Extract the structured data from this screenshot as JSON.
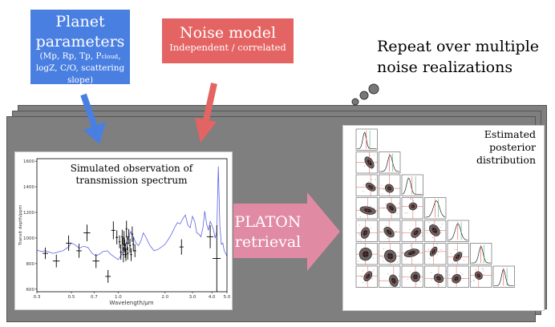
{
  "planet_box": {
    "title_line1": "Planet",
    "title_line2": "parameters",
    "params_line1": "(Mp, Rp, Tp, P",
    "params_sub": "cloud",
    "params_line1_end": ",",
    "params_line2": "logZ, C/O, scattering",
    "params_line3": "slope)",
    "color": "#4a7fe2"
  },
  "noise_box": {
    "title": "Noise model",
    "subtitle": "Independent / correlated",
    "color": "#e46463"
  },
  "repeat_text": {
    "line1": "Repeat over multiple",
    "line2": "noise realizations"
  },
  "spectrum_panel": {
    "title_line1": "Simulated observation of",
    "title_line2": "transmission spectrum",
    "ylabel": "Transit depth/ppm",
    "xlabel": "Wavelength/μm",
    "yticks": [
      "600",
      "800",
      "1000",
      "1200",
      "1400",
      "1600"
    ],
    "xticks": [
      "0.3",
      "0.5",
      "0.7",
      "1.0",
      "2.0",
      "3.0",
      "4.0",
      "5.0"
    ]
  },
  "retrieval_arrow": {
    "line1": "PLATON",
    "line2": "retrieval",
    "color": "#e08aa4"
  },
  "posterior_panel": {
    "title_line1": "Estimated",
    "title_line2": "posterior",
    "title_line3": "distribution"
  },
  "chart_data": {
    "type": "line",
    "title": "Simulated observation of transmission spectrum",
    "xlabel": "Wavelength/μm",
    "ylabel": "Transit depth/ppm",
    "xscale": "log",
    "xlim": [
      0.3,
      5.0
    ],
    "ylim": [
      580,
      1620
    ],
    "series": [
      {
        "type": "line",
        "color": "#5e63e6",
        "x": [
          0.3,
          0.32,
          0.34,
          0.36,
          0.38,
          0.4,
          0.42,
          0.44,
          0.46,
          0.48,
          0.5,
          0.53,
          0.56,
          0.6,
          0.64,
          0.68,
          0.72,
          0.76,
          0.8,
          0.85,
          0.9,
          0.95,
          1.0,
          1.05,
          1.1,
          1.15,
          1.2,
          1.25,
          1.3,
          1.35,
          1.4,
          1.45,
          1.5,
          1.6,
          1.7,
          1.8,
          1.9,
          2.0,
          2.1,
          2.2,
          2.3,
          2.4,
          2.5,
          2.6,
          2.7,
          2.8,
          2.9,
          3.0,
          3.1,
          3.2,
          3.3,
          3.4,
          3.5,
          3.6,
          3.7,
          3.8,
          3.9,
          4.0,
          4.1,
          4.2,
          4.3,
          4.4,
          4.5,
          4.6,
          4.7,
          4.8,
          4.9,
          5.0
        ],
        "y": [
          905,
          895,
          900,
          890,
          880,
          885,
          895,
          900,
          915,
          930,
          960,
          945,
          920,
          935,
          925,
          880,
          860,
          875,
          895,
          900,
          870,
          850,
          830,
          870,
          930,
          990,
          1050,
          1010,
          960,
          940,
          980,
          1040,
          1010,
          940,
          900,
          910,
          930,
          950,
          990,
          1030,
          1080,
          1120,
          1110,
          1150,
          1180,
          1100,
          1080,
          1170,
          1130,
          1040,
          1030,
          1010,
          1080,
          1210,
          1110,
          1060,
          1130,
          1100,
          1060,
          1000,
          1050,
          1560,
          1100,
          950,
          960,
          900,
          880,
          860
        ]
      },
      {
        "type": "errorbar",
        "color": "#000000",
        "x": [
          0.34,
          0.4,
          0.48,
          0.56,
          0.63,
          0.72,
          0.86,
          0.93,
          0.98,
          1.02,
          1.04,
          1.06,
          1.07,
          1.08,
          1.09,
          1.1,
          1.11,
          1.12,
          1.13,
          1.14,
          1.15,
          1.17,
          1.19,
          1.21,
          1.23,
          1.25,
          1.28,
          2.55,
          3.9,
          4.3
        ],
        "y": [
          880,
          820,
          960,
          900,
          1040,
          820,
          700,
          1060,
          1005,
          970,
          890,
          1010,
          950,
          870,
          1000,
          940,
          900,
          870,
          1070,
          960,
          880,
          1010,
          940,
          870,
          1030,
          950,
          900,
          930,
          1010,
          840
        ],
        "yerr": [
          45,
          50,
          60,
          55,
          65,
          55,
          50,
          70,
          55,
          50,
          60,
          55,
          50,
          60,
          55,
          50,
          55,
          50,
          65,
          55,
          50,
          60,
          55,
          50,
          60,
          55,
          50,
          60,
          90,
          260
        ],
        "xerr_frac": [
          0.04,
          0.05,
          0.04,
          0.04,
          0.05,
          0.05,
          0.04,
          0.03,
          0.02,
          0.015,
          0.015,
          0.015,
          0.015,
          0.015,
          0.015,
          0.015,
          0.015,
          0.015,
          0.015,
          0.015,
          0.015,
          0.015,
          0.015,
          0.015,
          0.015,
          0.015,
          0.02,
          0.03,
          0.05,
          0.06
        ]
      }
    ]
  }
}
